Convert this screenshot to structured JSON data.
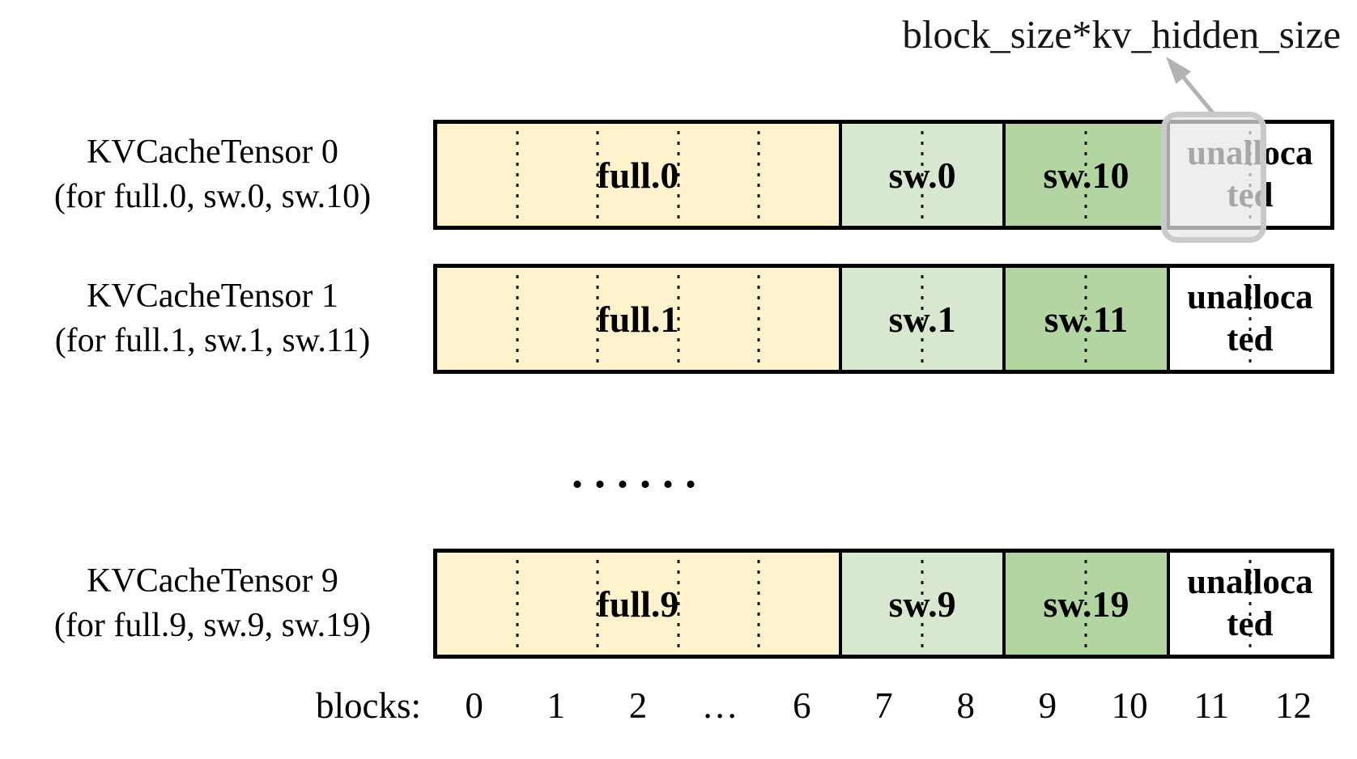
{
  "figure": {
    "annotation_label": "block_size*kv_hidden_size",
    "ellipsis": "......",
    "axis": {
      "caption": "blocks:",
      "ticks": [
        "0",
        "1",
        "2",
        "…",
        "6",
        "7",
        "8",
        "9",
        "10",
        "11",
        "12"
      ]
    },
    "tensors": [
      {
        "name": "KVCacheTensor 0",
        "scope": "(for full.0, sw.0, sw.10)",
        "full": "full.0",
        "sw_a": "sw.0",
        "sw_b": "sw.10",
        "unallocated": "unallocated",
        "highlighted": true
      },
      {
        "name": "KVCacheTensor 1",
        "scope": "(for full.1, sw.1, sw.11)",
        "full": "full.1",
        "sw_a": "sw.1",
        "sw_b": "sw.11",
        "unallocated": "unallocated",
        "highlighted": false
      },
      {
        "name": "KVCacheTensor 9",
        "scope": "(for full.9, sw.9, sw.19)",
        "full": "full.9",
        "sw_a": "sw.9",
        "sw_b": "sw.19",
        "unallocated": "unallocated",
        "highlighted": false
      }
    ],
    "colors": {
      "full_segment": "#FFF2CC",
      "sw_segment": "#D8E8D0",
      "sw_offset_segment": "#B3D5A2",
      "unallocated_segment": "#FFFFFF",
      "border": "#000000",
      "highlight_fill": "#E7E7E7",
      "highlight_border": "#C8C8C8",
      "arrow": "#B3B3B3"
    }
  }
}
